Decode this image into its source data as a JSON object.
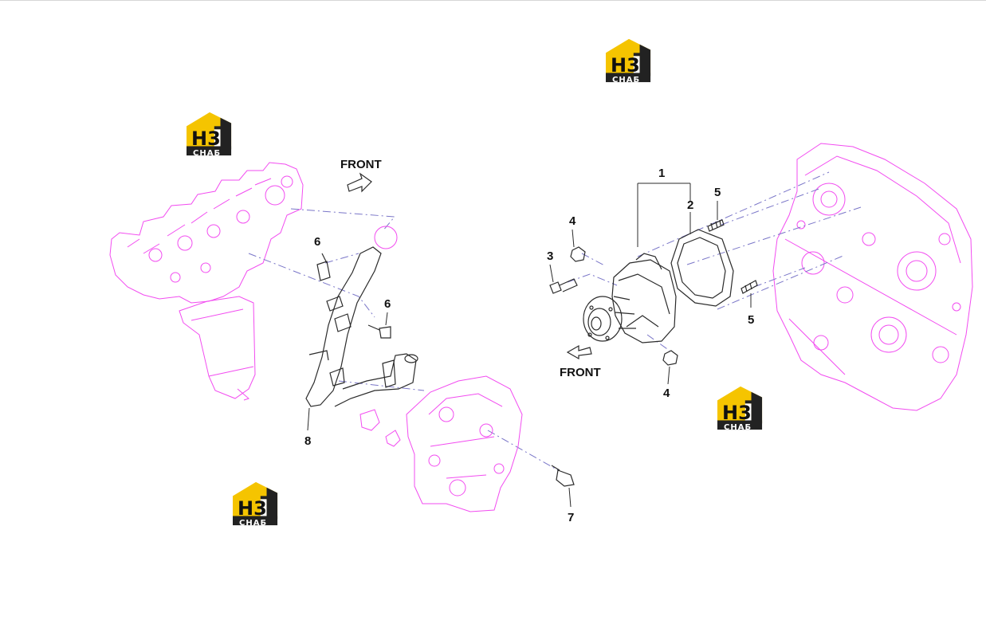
{
  "colors": {
    "reference_parts": "#f24cf0",
    "detail_parts": "#2b2b2b",
    "dash_lines": "#7a76c8",
    "logo_yellow": "#f5c400",
    "logo_dark": "#222222"
  },
  "left_assembly": {
    "front_label": "FRONT",
    "callouts": [
      "6",
      "6",
      "8",
      "7"
    ]
  },
  "right_assembly": {
    "front_label": "FRONT",
    "callouts": [
      "1",
      "2",
      "3",
      "4",
      "4",
      "5",
      "5"
    ]
  },
  "watermarks": [
    {
      "icon": "house-logo-icon",
      "mark": "H3",
      "sub": "СНАБ"
    },
    {
      "icon": "house-logo-icon",
      "mark": "H3",
      "sub": "СНАБ"
    },
    {
      "icon": "house-logo-icon",
      "mark": "H3",
      "sub": "СНАБ"
    },
    {
      "icon": "house-logo-icon",
      "mark": "H3",
      "sub": "СНАБ"
    }
  ]
}
